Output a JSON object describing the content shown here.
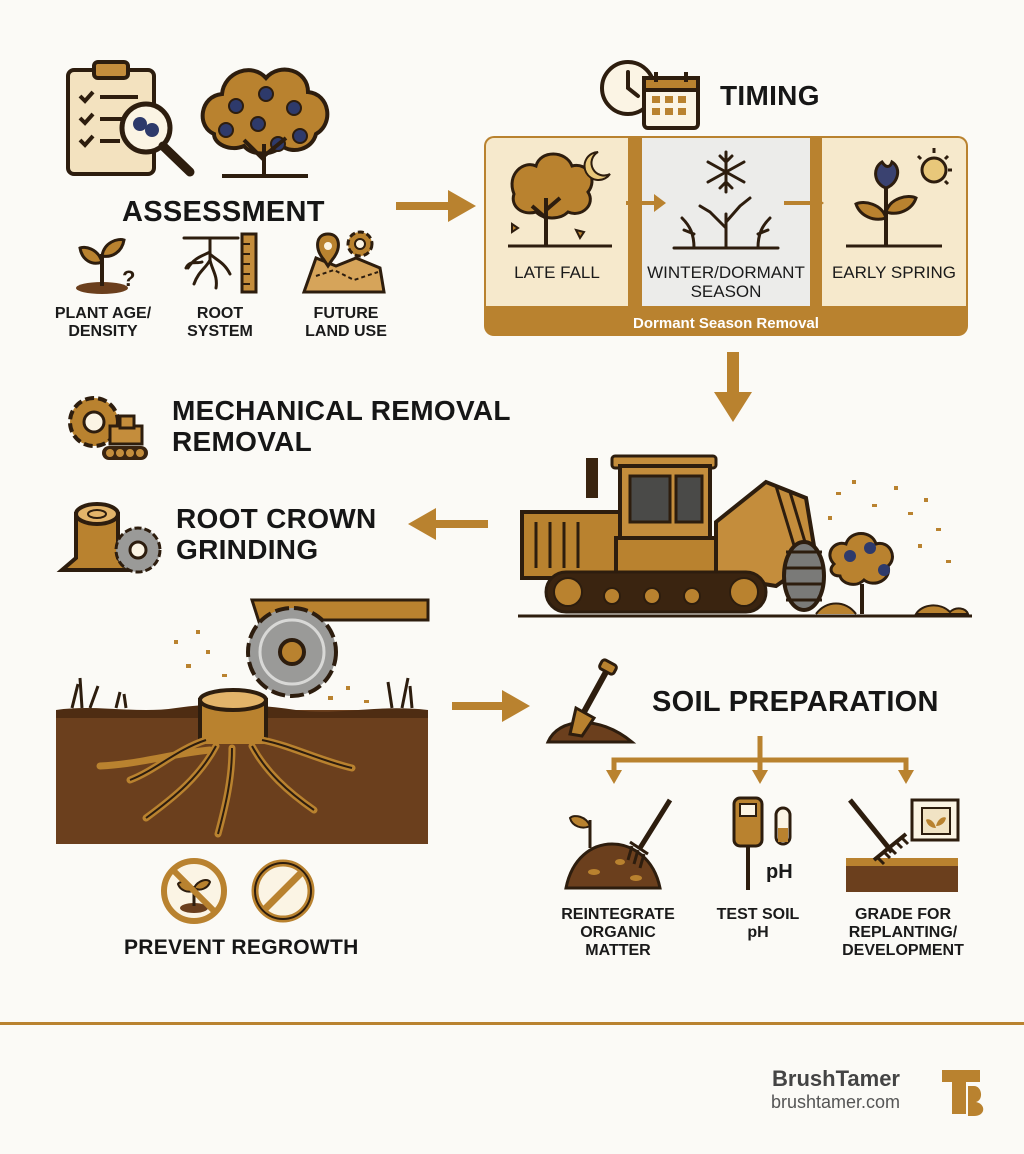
{
  "assessment": {
    "title": "ASSESSMENT",
    "items": [
      {
        "line1": "PLANT AGE/",
        "line2": "DENSITY",
        "icon": "seedling-question-icon"
      },
      {
        "line1": "ROOT",
        "line2": "SYSTEM",
        "icon": "root-ruler-icon"
      },
      {
        "line1": "FUTURE",
        "line2": "LAND USE",
        "icon": "map-pin-gear-icon"
      }
    ]
  },
  "timing": {
    "title": "TIMING",
    "seasons": [
      {
        "line1": "LATE FALL",
        "line2": ""
      },
      {
        "line1": "WINTER/DORMANT",
        "line2": "SEASON"
      },
      {
        "line1": "EARLY SPRING",
        "line2": ""
      }
    ],
    "band_label": "Dormant Season Removal"
  },
  "mechanical": {
    "line1": "MECHANICAL REMOVAL",
    "line2": "REMOVAL"
  },
  "root_crown": {
    "line1": "ROOT CROWN",
    "line2": "GRINDING"
  },
  "prevent": {
    "title": "PREVENT REGROWTH"
  },
  "soil": {
    "title": "SOIL PREPARATION",
    "items": [
      {
        "line1": "REINTEGRATE",
        "line2": "ORGANIC",
        "line3": "MATTER"
      },
      {
        "line1": "TEST SOIL",
        "line2": "pH",
        "line3": ""
      },
      {
        "line1": "GRADE FOR",
        "line2": "REPLANTING/",
        "line3": "DEVELOPMENT"
      }
    ],
    "ph_label": "pH"
  },
  "footer": {
    "brand": "BrushTamer",
    "url": "brushtamer.com"
  },
  "colors": {
    "accent": "#b9822f",
    "dark": "#3a2410",
    "soil": "#6b3f1d",
    "panel": "#f6e9cc"
  }
}
